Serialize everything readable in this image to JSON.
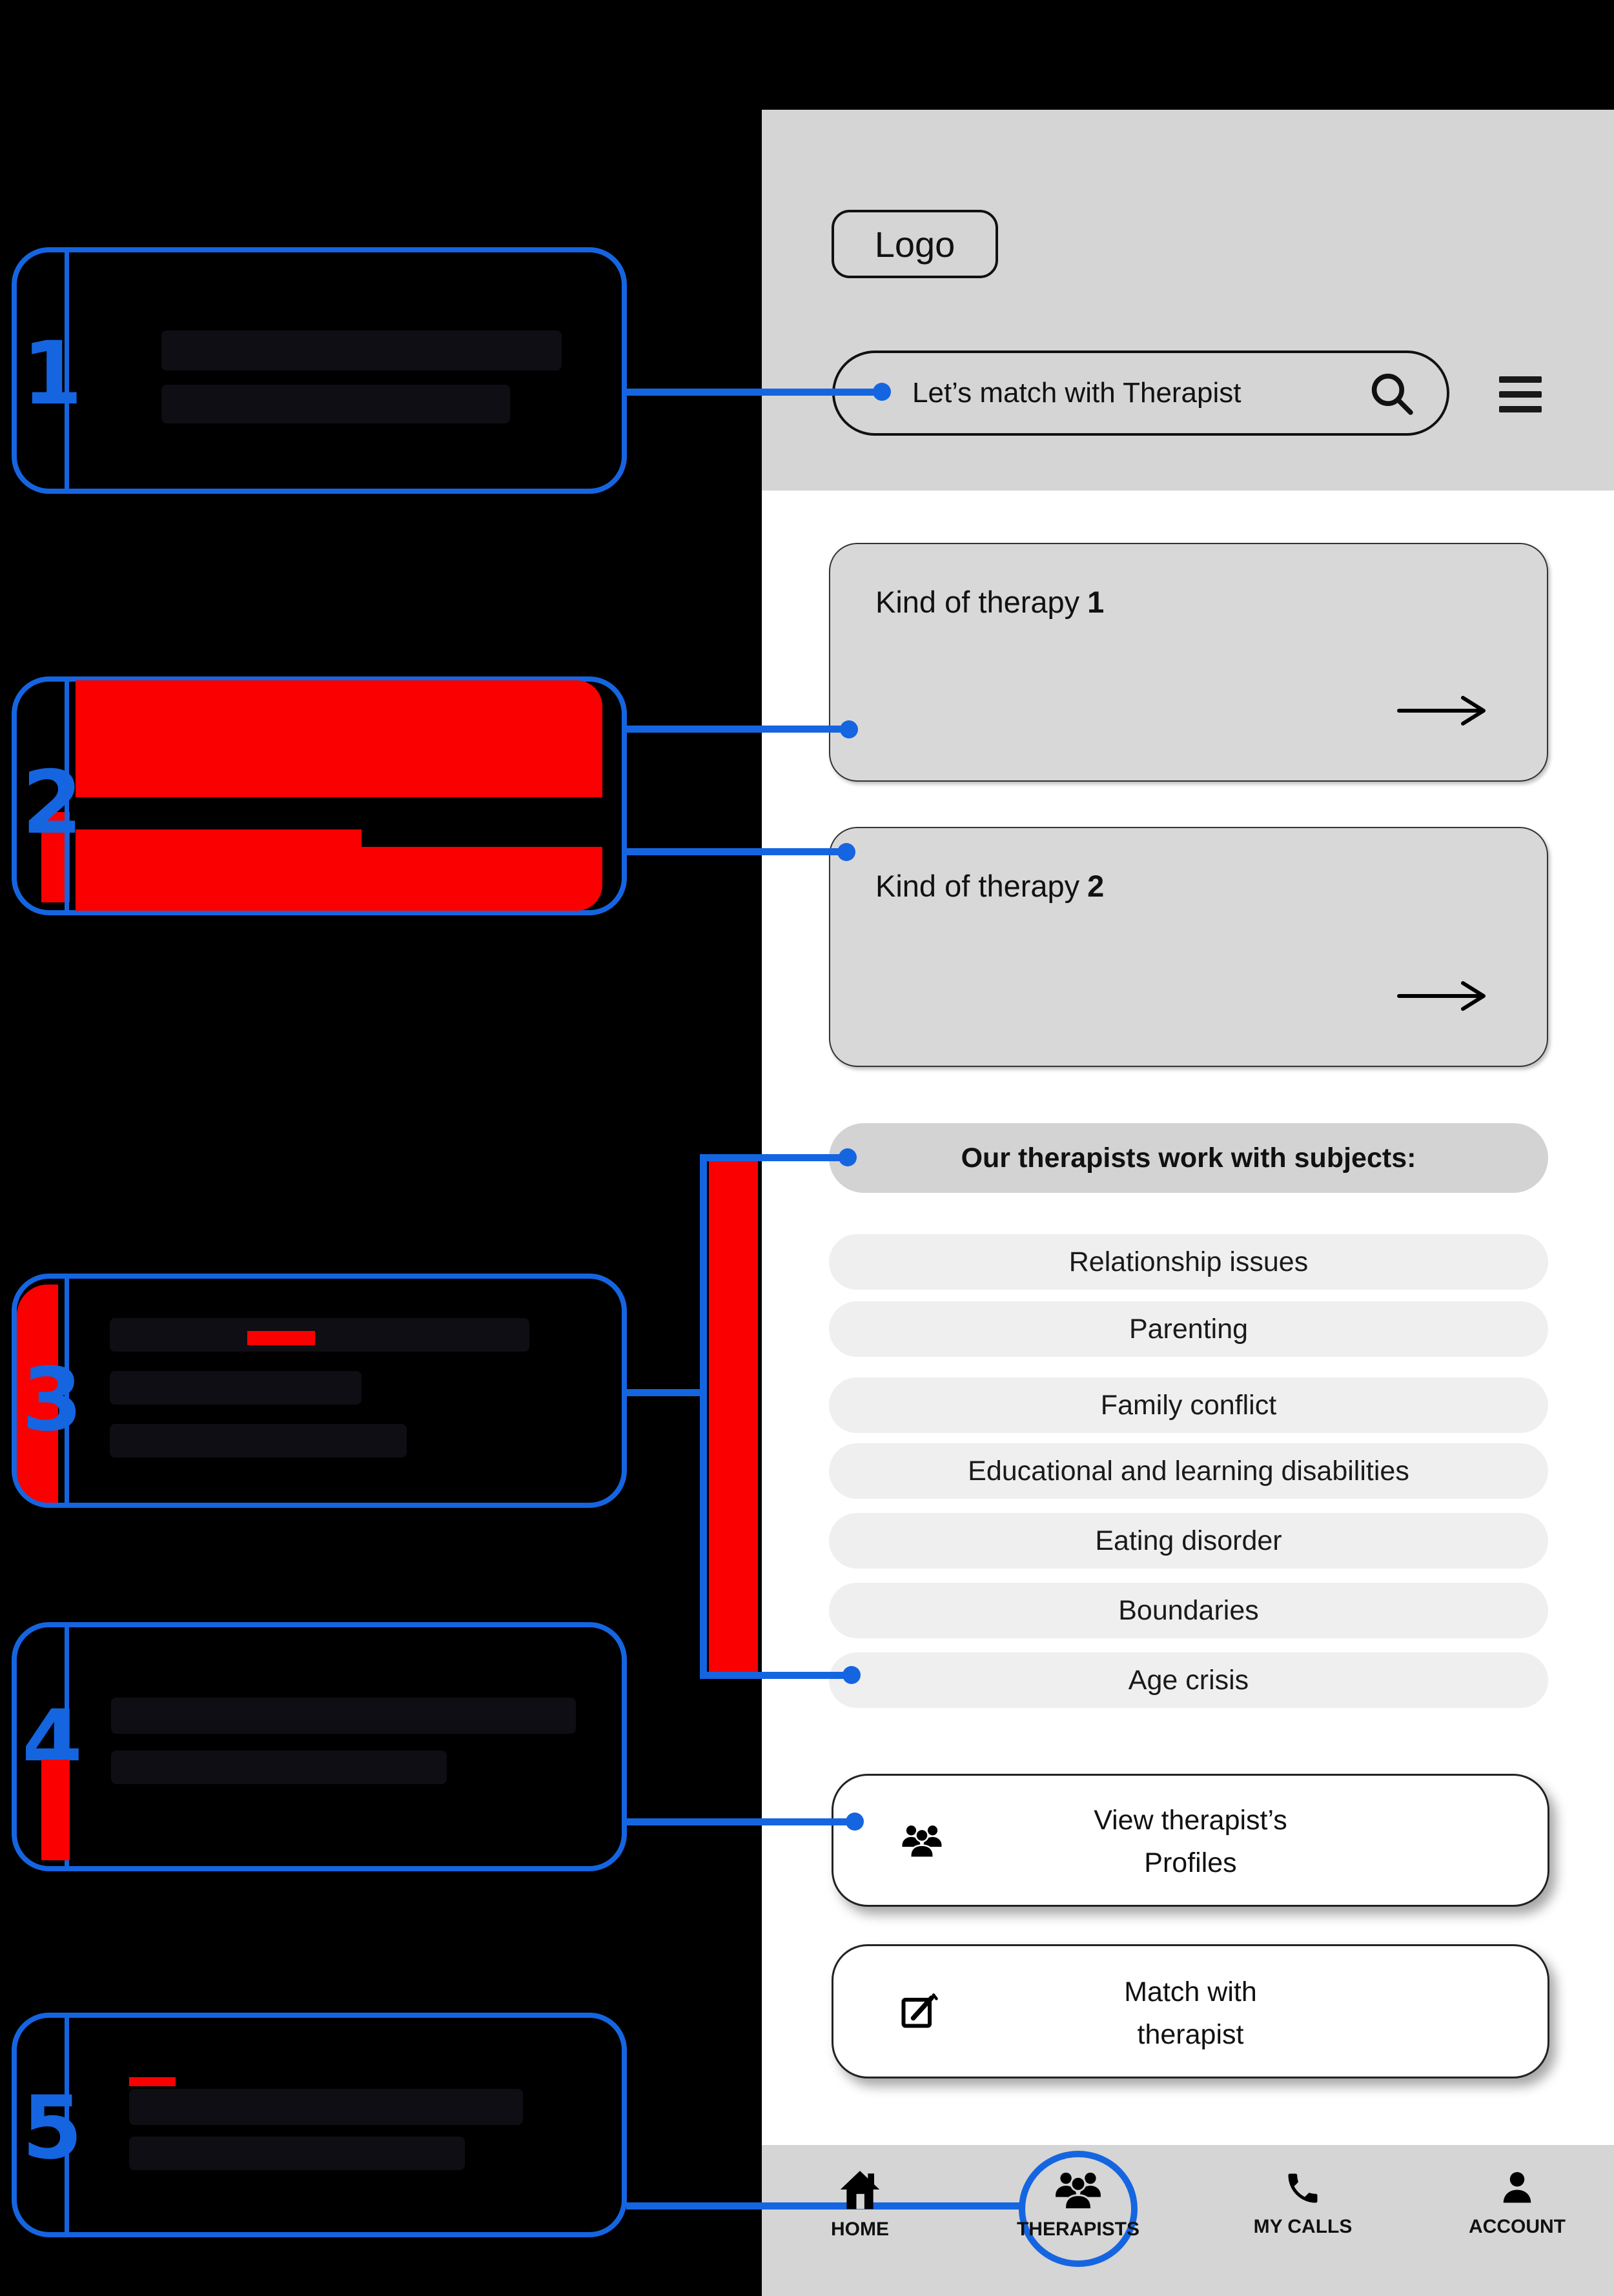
{
  "app": {
    "logo_label": "Logo",
    "search": {
      "placeholder": "Let’s match with Therapist"
    },
    "therapy_cards": [
      {
        "label": "Kind of therapy",
        "number": "1"
      },
      {
        "label": "Kind of therapy",
        "number": "2"
      }
    ],
    "subjects": {
      "header": "Our therapists work with subjects:",
      "items": [
        "Relationship issues",
        "Parenting",
        "Family conflict",
        "Educational and learning disabilities",
        "Eating disorder",
        "Boundaries",
        "Age crisis"
      ]
    },
    "actions": [
      {
        "icon": "group-icon",
        "line1": "View therapist’s",
        "line2": "Profiles"
      },
      {
        "icon": "edit-icon",
        "line1": "Match with",
        "line2": "therapist"
      }
    ],
    "nav": {
      "items": [
        {
          "icon": "home-icon",
          "label": "HOME"
        },
        {
          "icon": "group-icon",
          "label": "THERAPISTS",
          "highlighted": true
        },
        {
          "icon": "phone-icon",
          "label": "MY CALLS"
        },
        {
          "icon": "person-icon",
          "label": "ACCOUNT"
        }
      ]
    }
  },
  "annotations": {
    "markers": [
      "1",
      "2",
      "3",
      "4",
      "5"
    ]
  },
  "colors": {
    "annotation_blue": "#1565e1",
    "highlight_red": "#fb0000",
    "header_gray": "#d5d5d5",
    "card_gray": "#d8d8d8",
    "subject_pill_gray": "#efefef",
    "white": "#ffffff",
    "black": "#000000"
  }
}
